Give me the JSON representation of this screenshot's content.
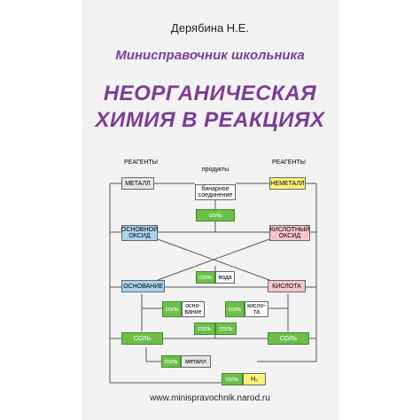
{
  "author": "Дерябина Н.Е.",
  "subtitle": "Минисправочник школьника",
  "title_line1": "НЕОРГАНИЧЕСКАЯ",
  "title_line2": "ХИМИЯ В РЕАКЦИЯХ",
  "url": "www.minispravochnik.narod.ru",
  "diagram": {
    "reagents_left": "РЕАГЕНТЫ",
    "reagents_right": "РЕАГЕНТЫ",
    "products": "продукты",
    "metal": "МЕТАЛЛ",
    "nonmetal": "НЕМЕТАЛЛ",
    "binary_compound": "бинарное соединение",
    "salt": "соль",
    "basic_oxide": "ОСНОВНОЙ ОКСИД",
    "acidic_oxide": "КИСЛОТНЫЙ ОКСИД",
    "salt_water_salt": "соль",
    "water": "вода",
    "base": "ОСНОВАНИЕ",
    "acid": "КИСЛОТА",
    "salt_base_salt": "соль",
    "base_product": "осно-вание",
    "salt_acid_salt": "соль",
    "acid_product": "кисло-та",
    "salt_left": "СОЛЬ",
    "salt_right": "СОЛЬ",
    "salt_salt_1": "соль",
    "salt_salt_2": "соль",
    "salt_metal_salt": "соль",
    "metal_product": "металл",
    "salt_h2_salt": "соль",
    "h2": "H₂"
  },
  "colors": {
    "title": "#7d3c98",
    "green": "#6cc04a",
    "yellow": "#fff27a",
    "blue": "#a9d3ee",
    "pink": "#f7c6c9"
  }
}
